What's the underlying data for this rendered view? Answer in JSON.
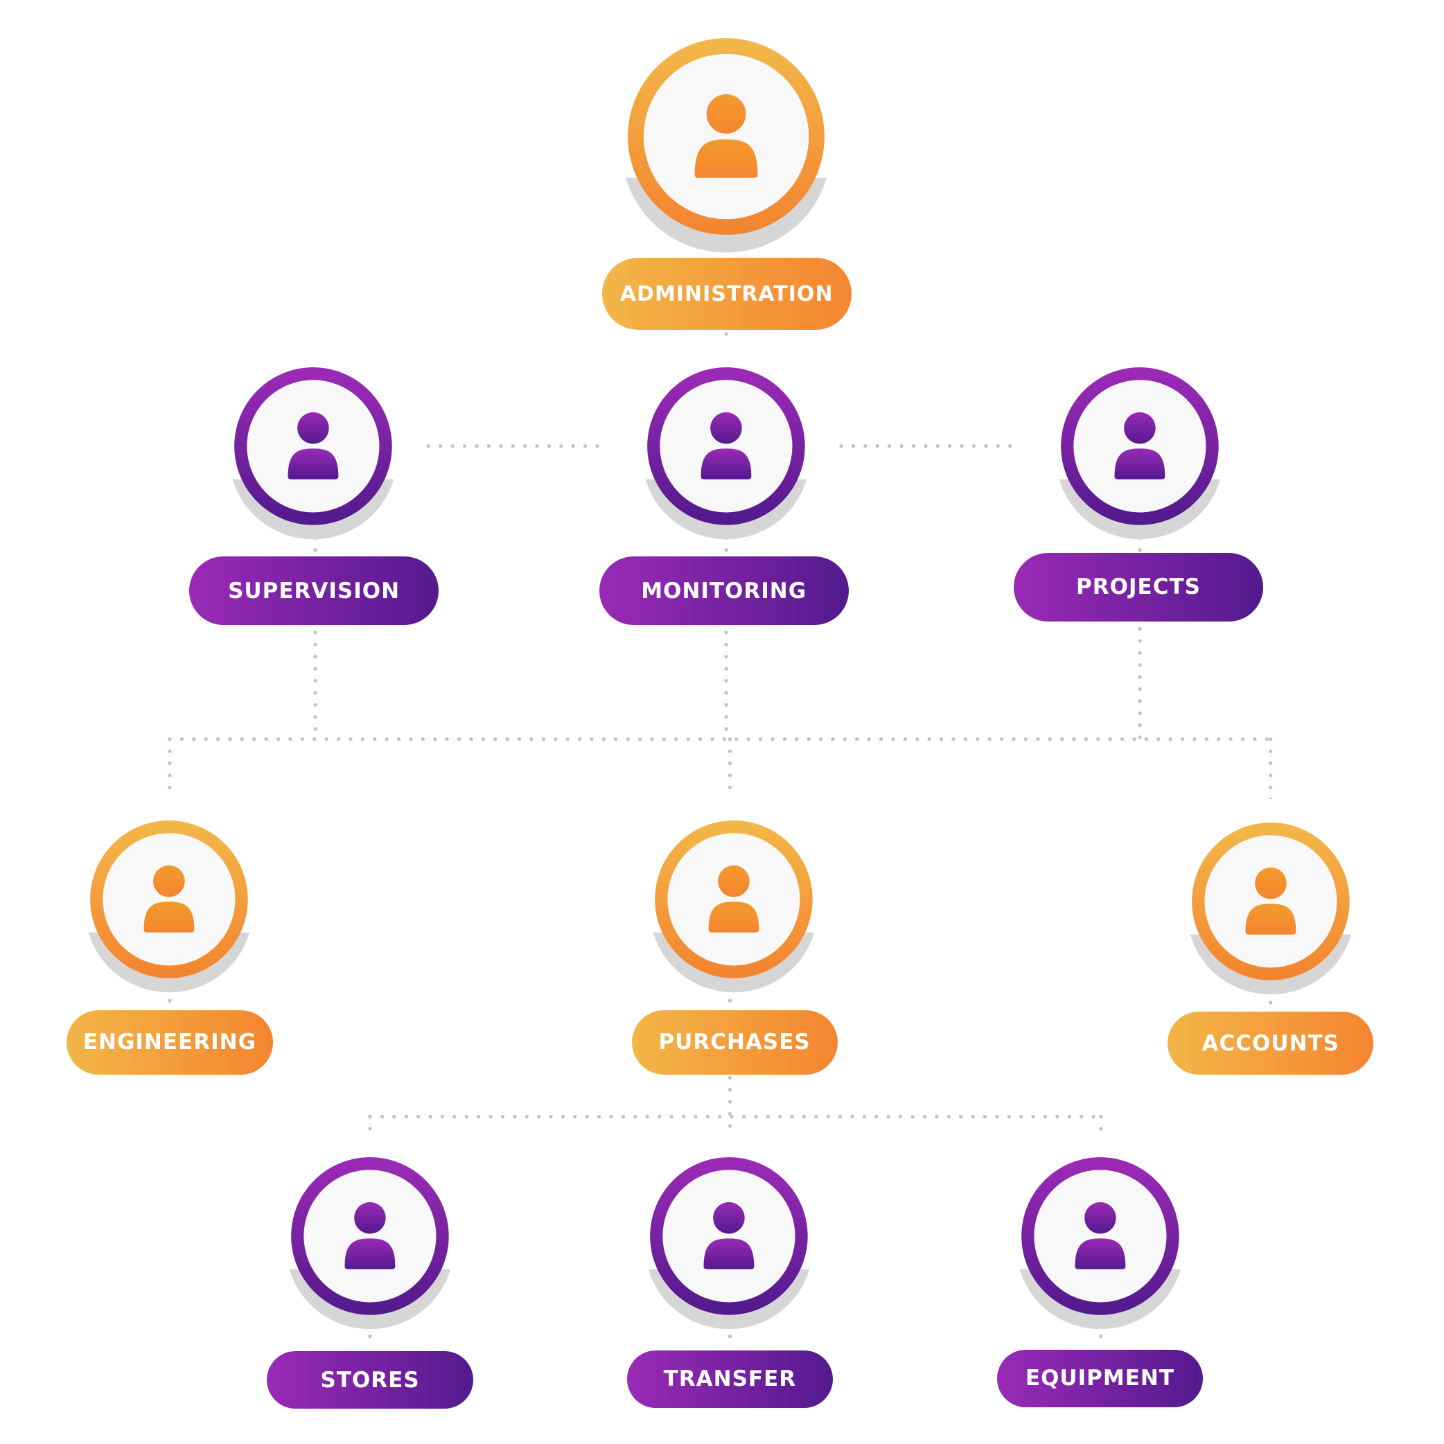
{
  "palette": {
    "orange_light": "#f3b648",
    "orange_dark": "#f48530",
    "orange_ring": "#f39a2c",
    "purple_light": "#9a2ab6",
    "purple_dark": "#541a8e",
    "disc_fill": "#f8f8f8",
    "shadow": "#d6d6d6",
    "connector": "#c3c3c3"
  },
  "icon": "user-icon",
  "nodes": {
    "administration": {
      "label": "ADMINISTRATION",
      "color": "orange"
    },
    "supervision": {
      "label": "SUPERVISION",
      "color": "purple"
    },
    "monitoring": {
      "label": "MONITORING",
      "color": "purple"
    },
    "projects": {
      "label": "PROJECTS",
      "color": "purple"
    },
    "engineering": {
      "label": "ENGINEERING",
      "color": "orange"
    },
    "purchases": {
      "label": "PURCHASES",
      "color": "orange"
    },
    "accounts": {
      "label": "ACCOUNTS",
      "color": "orange"
    },
    "stores": {
      "label": "STORES",
      "color": "purple"
    },
    "transfer": {
      "label": "TRANSFER",
      "color": "purple"
    },
    "equipment": {
      "label": "EQUIPMENT",
      "color": "purple"
    }
  }
}
